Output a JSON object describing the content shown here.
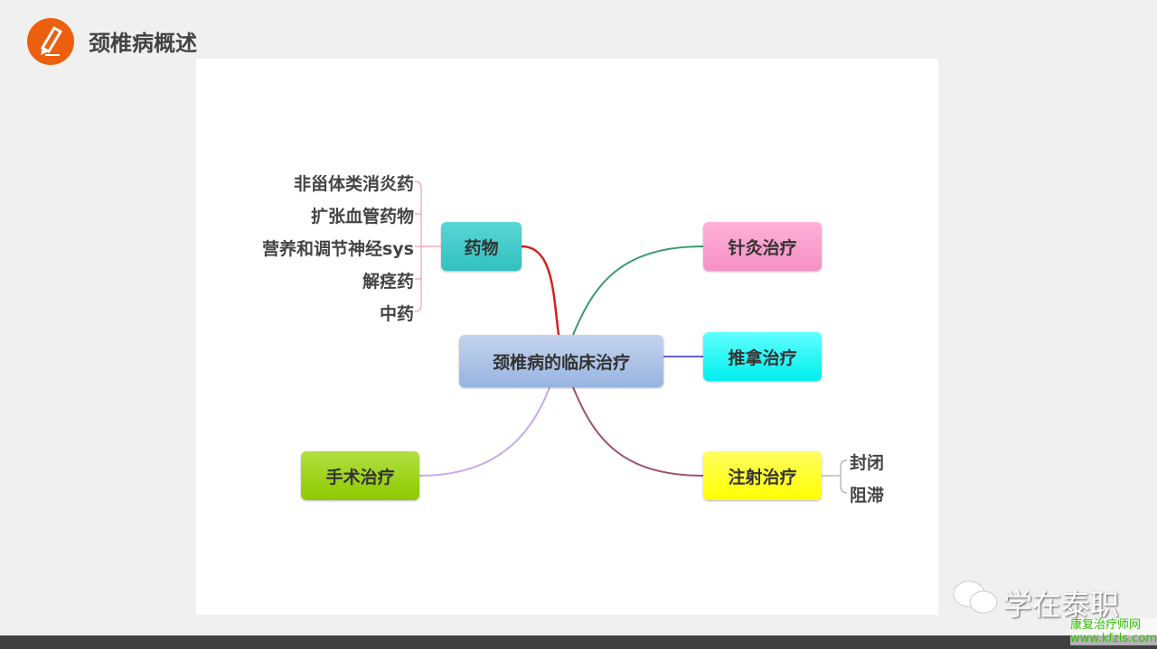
{
  "header": {
    "title": "颈椎病概述",
    "icon": "pencil-icon"
  },
  "mindmap": {
    "center": "颈椎病的临床治疗",
    "drugs": {
      "label": "药物",
      "items": [
        "非甾体类消炎药",
        "扩张血管药物",
        "营养和调节神经sys",
        "解痉药",
        "中药"
      ]
    },
    "acupuncture": "针灸治疗",
    "massage": "推拿治疗",
    "injection": {
      "label": "注射治疗",
      "items": [
        "封闭",
        "阻滞"
      ]
    },
    "surgery": "手术治疗"
  },
  "watermark": {
    "name": "学在泰职",
    "site_name": "康复治疗师网",
    "site_url": "www.kfzls.com"
  }
}
